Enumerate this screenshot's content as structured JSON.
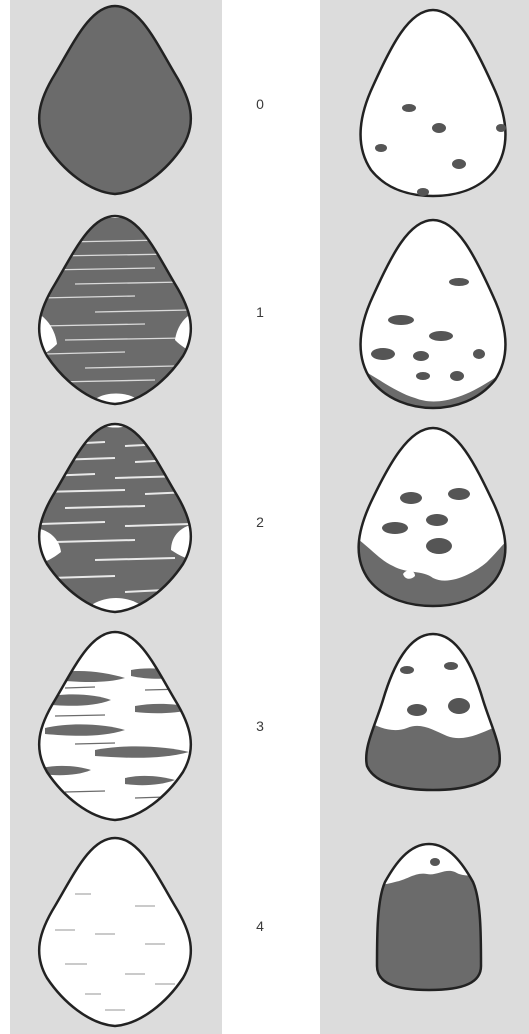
{
  "colors": {
    "panel_background": "#dcdcdc",
    "page_background": "#ffffff",
    "residue_fill": "#6b6b6b",
    "outline": "#222222",
    "clean_surface": "#ffffff"
  },
  "stages": [
    {
      "label": "0",
      "left_residue_level": 1.0,
      "right_residue_level": 0.0
    },
    {
      "label": "1",
      "left_residue_level": 0.8,
      "right_residue_level": 0.1
    },
    {
      "label": "2",
      "left_residue_level": 0.6,
      "right_residue_level": 0.25
    },
    {
      "label": "3",
      "left_residue_level": 0.3,
      "right_residue_level": 0.55
    },
    {
      "label": "4",
      "left_residue_level": 0.05,
      "right_residue_level": 0.85
    }
  ]
}
